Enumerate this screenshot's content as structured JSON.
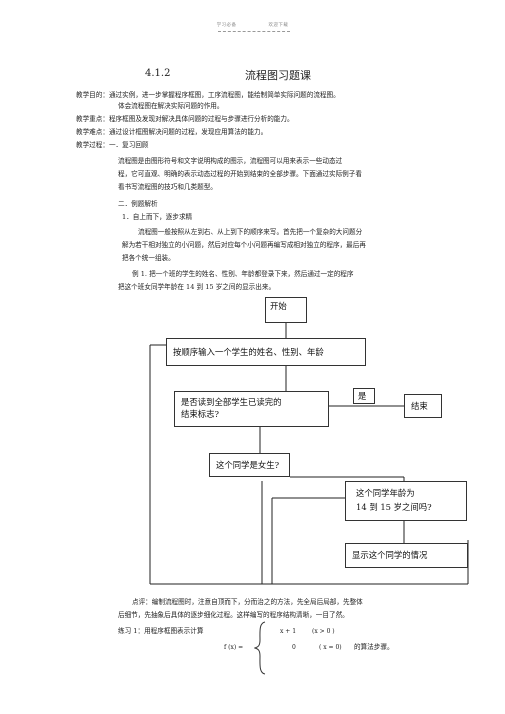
{
  "header": {
    "left": "学习必备",
    "right": "欢迎下载"
  },
  "title": {
    "number": "4.1.2",
    "text": "流程图习题课"
  },
  "lines": {
    "goal1": "教学目的：通过实例，进一步掌握程序框图，工序流程图，能绘制简单实际问题的流程图。",
    "goal2": "体会流程图在解决实际问题的作用。",
    "key": "教学重点：程序框图及发现对解决具体问题的过程与步骤进行分析的能力。",
    "difficulty": "教学难点：通过设计框图解决问题的过程，发现应用算法的能力。",
    "process": "教学过程：一．复习回顾",
    "review1": "流程图是由图形符号和文字说明构成的图示，流程图可以用来表示一些动态过",
    "review2": "程，它可直观、明确的表示动态过程的开始到结束的全部步骤。下面通过实际例子看",
    "review3": "看书写流程图的技巧和几类题型。",
    "sec2": "二．例题解析",
    "sub1": "1．自上而下，逐步求精",
    "p1": "流程图一般按照从左到右、从上到下的顺序来写。首先把一个复杂的大问题分",
    "p2": "解为若干相对独立的小问题，然后对应每个小问题再编写成相对独立的程序，最后再",
    "p3": "把各个统一组装。",
    "ex1a": "例 1. 把一个班的学生的姓名、性别、年龄都登录下来，然后通过一定的程序",
    "ex1b": "把这个班女同学年龄在 14 到 15 岁之间的显示出来。",
    "note1": "点评：编制流程图时，注意自顶而下，分而治之的方法，先全局后局部，先整体",
    "note2": "后细节，先抽象后具体的逐步细化过程。这样编写的程序结构清晰，一目了然。",
    "ex_label": "练习 1：用程序框图表示计算",
    "fx": "f (x) =",
    "case1_expr": "x + 1",
    "case1_cond": "(x > 0 )",
    "case2_expr": "0",
    "case2_cond": "( x = 0)",
    "ex_tail": "的算法步骤。"
  },
  "flowchart": {
    "start": "开始",
    "input": "按顺序输入一个学生的姓名、性别、年龄",
    "check_end_1": "是否读到全部学生已读完的",
    "check_end_2": "结束标志?",
    "yes": "是",
    "end": "结束",
    "female": "这个同学是女生?",
    "age_1": "这个同学年龄为",
    "age_2": "14 到 15 岁之间吗?",
    "display": "显示这个同学的情况"
  }
}
